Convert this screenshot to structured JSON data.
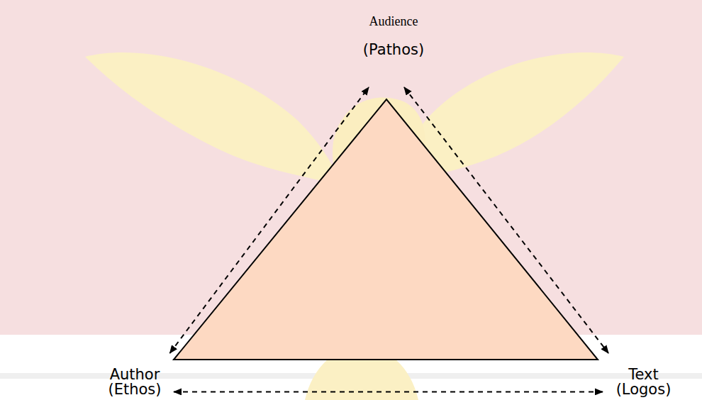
{
  "diagram": {
    "nodes": [
      {
        "text": [
          "Audience",
          "(Pathos)"
        ]
      },
      {
        "text": [
          "Author",
          "(Ethos)"
        ]
      },
      {
        "text": [
          "Text",
          "(Logos)"
        ]
      }
    ],
    "edges": [
      {
        "from": 1,
        "to": 0,
        "arrow": "both"
      },
      {
        "from": 0,
        "to": 2,
        "arrow": "both"
      },
      {
        "from": 1,
        "to": 2,
        "arrow": "both"
      }
    ]
  }
}
